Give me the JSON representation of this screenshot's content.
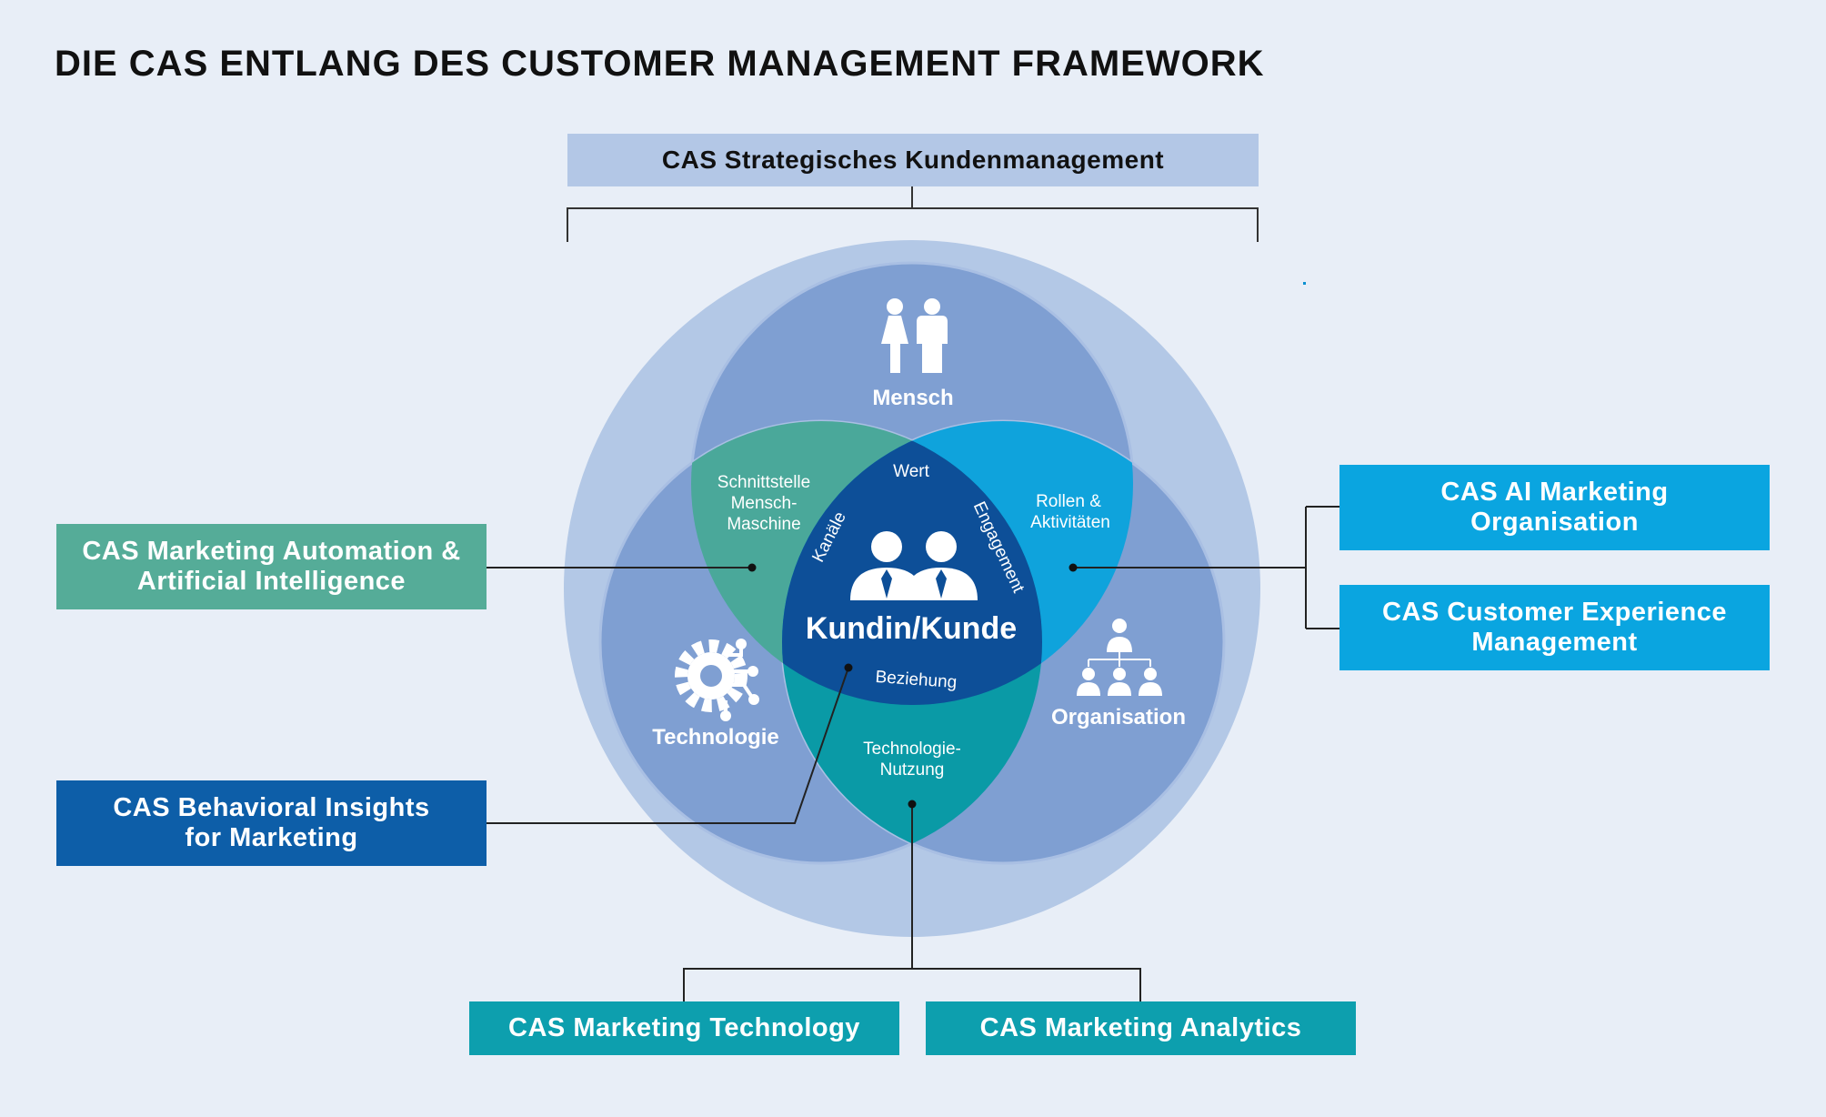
{
  "title": "DIE CAS ENTLANG DES CUSTOMER MANAGEMENT FRAMEWORK",
  "boxes": {
    "strategic": "CAS Strategisches Kundenmanagement",
    "automation": "CAS Marketing Automation &\nArtificial Intelligence",
    "behavioral": "CAS Behavioral Insights\nfor Marketing",
    "ai_org": "CAS AI Marketing\nOrganisation",
    "cx": "CAS Customer Experience\nManagement",
    "technology": "CAS Marketing Technology",
    "analytics": "CAS Marketing Analytics"
  },
  "venn": {
    "mensch": "Mensch",
    "technologie": "Technologie",
    "organisation": "Organisation",
    "schnittstelle": [
      "Schnittstelle",
      "Mensch-",
      "Maschine"
    ],
    "rollen": [
      "Rollen &",
      "Aktivitäten"
    ],
    "nutzung": [
      "Technologie-",
      "Nutzung"
    ],
    "center": "Kundin/Kunde",
    "wert": "Wert",
    "kanaele": "Kanäle",
    "engagement": "Engagement",
    "beziehung": "Beziehung"
  },
  "icons": {
    "mensch": "people-icon",
    "technologie": "gear-circuit-icon",
    "organisation": "org-chart-icon",
    "center": "customers-icon"
  },
  "colors": {
    "background": "#e8eef7",
    "outer_circle": "#b3c8e6",
    "circle_blue": "#7f9fd2",
    "overlap_green": "#4aa89a",
    "overlap_cyan": "#0fa3dc",
    "overlap_teal": "#0a9aa6",
    "center": "#0d4f98",
    "strategic_box": "#b3c7e6",
    "green_box": "#55ac98",
    "navy_box": "#0d5ea8",
    "cyan_box": "#0aa5e0",
    "teal_box": "#0d9fae"
  }
}
